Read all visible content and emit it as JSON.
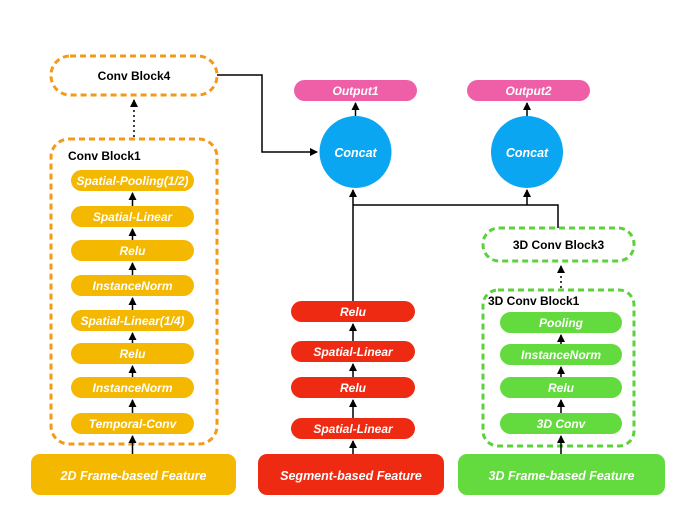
{
  "colors": {
    "orange": "#F5B800",
    "orange_border": "#F39A18",
    "red": "#EE2A12",
    "green": "#63DA3E",
    "green_border": "#5CD23A",
    "blue": "#0BA6F2",
    "pink": "#EE5FA8"
  },
  "outputs": {
    "output1": "Output1",
    "output2": "Output2"
  },
  "concat": {
    "left": "Concat",
    "right": "Concat"
  },
  "left_branch": {
    "outer_block": "Conv Block4",
    "inner_block": "Conv Block1",
    "layers": [
      "Spatial-Pooling(1/2)",
      "Spatial-Linear",
      "Relu",
      "InstanceNorm",
      "Spatial-Linear(1/4)",
      "Relu",
      "InstanceNorm",
      "Temporal-Conv"
    ],
    "feature": "2D Frame-based Feature"
  },
  "middle_branch": {
    "layers": [
      "Relu",
      "Spatial-Linear",
      "Relu",
      "Spatial-Linear"
    ],
    "feature": "Segment-based Feature"
  },
  "right_branch": {
    "outer_block": "3D Conv Block3",
    "inner_block": "3D Conv Block1",
    "layers": [
      "Pooling",
      "InstanceNorm",
      "Relu",
      "3D Conv"
    ],
    "feature": "3D Frame-based Feature"
  }
}
